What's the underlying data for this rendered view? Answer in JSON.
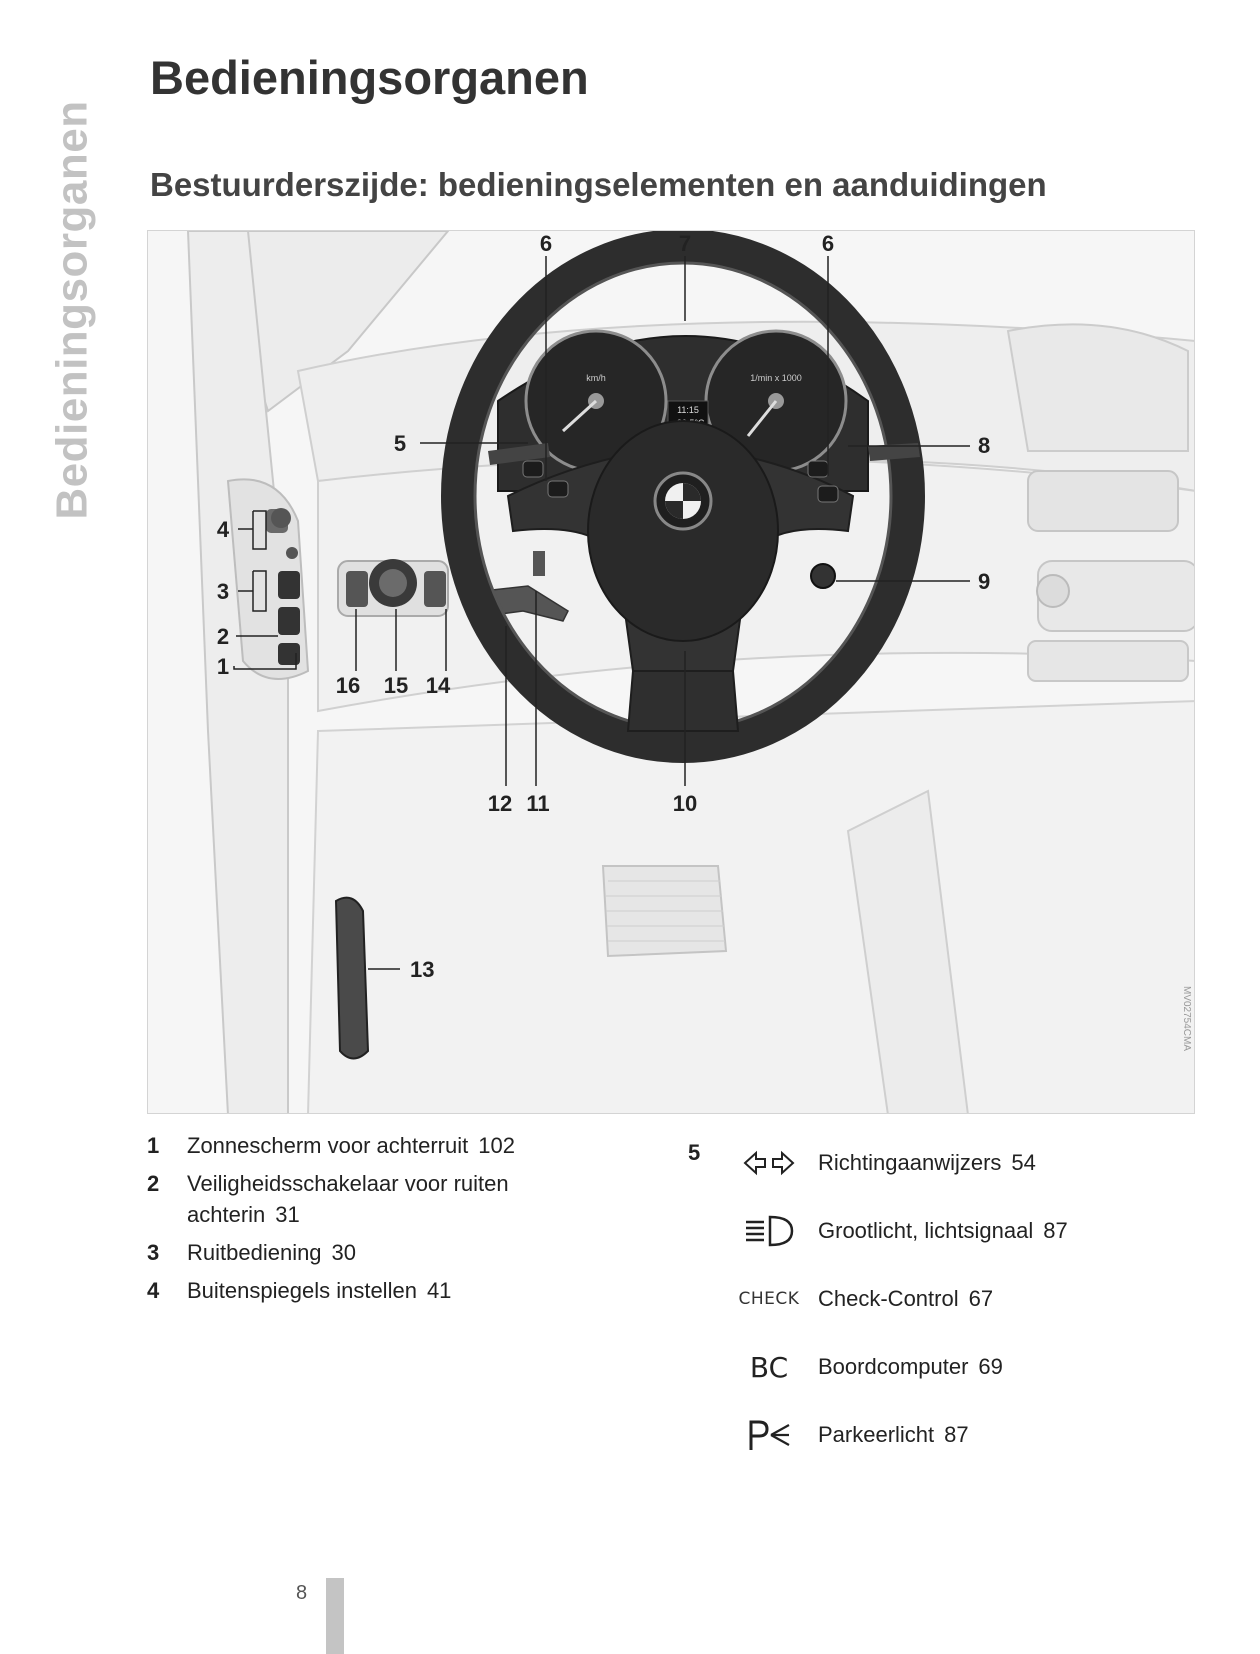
{
  "side_tab": "Bedieningsorganen",
  "title": "Bedieningsorganen",
  "section_title": "Bestuurderszijde: bedieningselementen en aanduidingen",
  "figure": {
    "callouts": {
      "c1": "1",
      "c2": "2",
      "c3": "3",
      "c4": "4",
      "c5": "5",
      "c6a": "6",
      "c6b": "6",
      "c7": "7",
      "c8": "8",
      "c9": "9",
      "c10": "10",
      "c11": "11",
      "c12": "12",
      "c13": "13",
      "c14": "14",
      "c15": "15",
      "c16": "16"
    },
    "image_code": "MV02754CMA",
    "cluster": {
      "time": "11:15",
      "temp": "+20.5°C"
    }
  },
  "legend_left": [
    {
      "num": "1",
      "text": "Zonnescherm voor achterruit",
      "page": "102"
    },
    {
      "num": "2",
      "text": "Veiligheidsschakelaar voor ruiten achterin",
      "page": "31"
    },
    {
      "num": "3",
      "text": "Ruitbediening",
      "page": "30"
    },
    {
      "num": "4",
      "text": "Buitenspiegels instellen",
      "page": "41"
    }
  ],
  "legend_right": {
    "num": "5",
    "items": [
      {
        "icon": "turn-signal-icon",
        "text": "Richtingaanwijzers",
        "page": "54"
      },
      {
        "icon": "high-beam-icon",
        "text": "Grootlicht, lichtsignaal",
        "page": "87"
      },
      {
        "icon": "check-icon",
        "symbol": "CHECK",
        "text": "Check-Control",
        "page": "67"
      },
      {
        "icon": "bc-icon",
        "symbol": "BC",
        "text": "Boordcomputer",
        "page": "69"
      },
      {
        "icon": "parking-light-icon",
        "text": "Parkeerlicht",
        "page": "87"
      }
    ]
  },
  "page_number": "8"
}
